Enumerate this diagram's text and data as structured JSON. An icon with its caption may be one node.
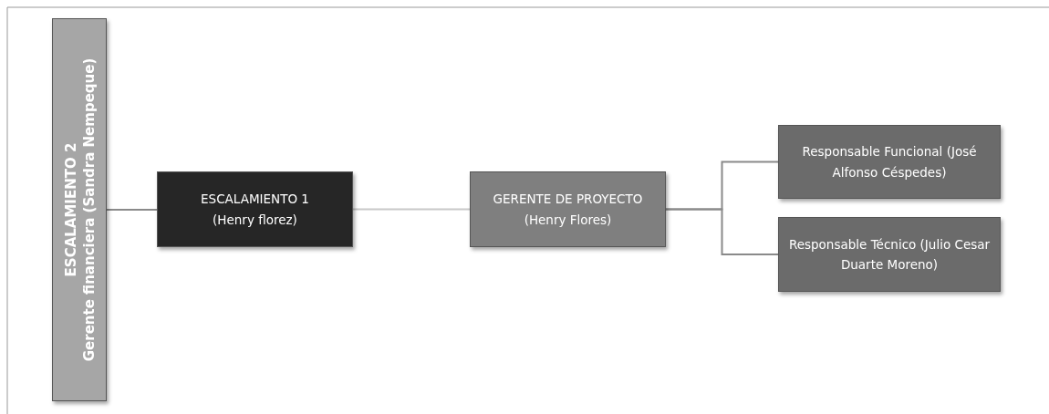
{
  "diagram": {
    "nodes": [
      {
        "text": [
          "ESCALAMIENTO 2",
          "Gerente financiera (Sandra Nempeque)"
        ]
      },
      {
        "text": [
          "ESCALAMIENTO 1",
          "(Henry florez)"
        ]
      },
      {
        "text": [
          "GERENTE DE PROYECTO",
          "(Henry Flores)"
        ]
      },
      {
        "text": [
          "Responsable Funcional (José Alfonso Céspedes)"
        ]
      },
      {
        "text": [
          "Responsable Técnico (Julio Cesar Duarte Moreno)"
        ]
      }
    ],
    "edges": [
      {
        "from": 0,
        "to": 1,
        "arrow": "none"
      },
      {
        "from": 1,
        "to": 2,
        "arrow": "none",
        "color": "#c8c8c8"
      },
      {
        "from": 2,
        "to": 3,
        "arrow": "none"
      },
      {
        "from": 2,
        "to": 4,
        "arrow": "none"
      }
    ]
  }
}
